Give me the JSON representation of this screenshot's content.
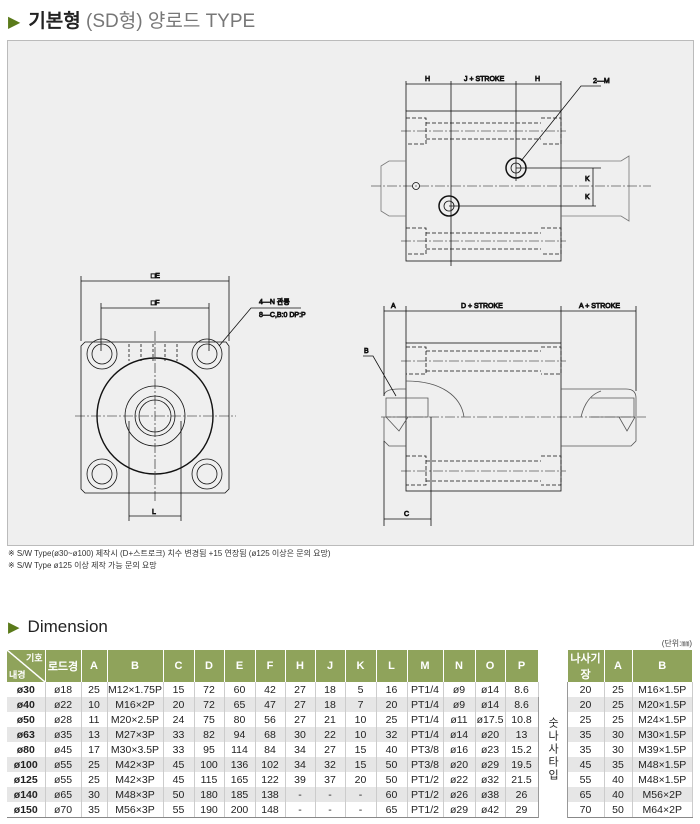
{
  "title": {
    "bold": "기본형",
    "gray": "(SD형) 양로드 TYPE"
  },
  "drawing": {
    "top_view": {
      "h_left": "H",
      "j_stroke": "J + STROKE",
      "h_right": "H",
      "m_label": "2—M",
      "k1": "K",
      "k2": "K"
    },
    "front_view": {
      "e": "□E",
      "f": "□F",
      "n_label": "4—N 관통",
      "cb_label": "8—C,B:0  DP:P",
      "l": "L"
    },
    "side_view": {
      "a": "A",
      "d_stroke": "D + STROKE",
      "a_stroke": "A + STROKE",
      "b": "B",
      "c": "C"
    }
  },
  "notes": [
    "※ S/W Type(ø30~ø100) 제작시 (D+스트로크) 치수 변경됨 +15 연장됨 (ø125 이상은 문의 요망)",
    "※ S/W Type ø125 이상 제작 가능 문의 요망"
  ],
  "dimension": {
    "title": "Dimension",
    "unit": "(단위:㎜)",
    "header_diag_top": "기호",
    "header_diag_bottom": "내경",
    "headers": [
      "로드경",
      "A",
      "B",
      "C",
      "D",
      "E",
      "F",
      "H",
      "J",
      "K",
      "L",
      "M",
      "N",
      "O",
      "P"
    ],
    "male_thread_label": "숫나사타입",
    "male_headers": [
      "나사기장",
      "A",
      "B"
    ],
    "rows": [
      [
        "ø30",
        "ø18",
        "25",
        "M12×1.75P",
        "15",
        "72",
        "60",
        "42",
        "27",
        "18",
        "5",
        "16",
        "PT1/4",
        "ø9",
        "ø14",
        "8.6",
        "20",
        "25",
        "M16×1.5P"
      ],
      [
        "ø40",
        "ø22",
        "10",
        "M16×2P",
        "20",
        "72",
        "65",
        "47",
        "27",
        "18",
        "7",
        "20",
        "PT1/4",
        "ø9",
        "ø14",
        "8.6",
        "20",
        "25",
        "M20×1.5P"
      ],
      [
        "ø50",
        "ø28",
        "11",
        "M20×2.5P",
        "24",
        "75",
        "80",
        "56",
        "27",
        "21",
        "10",
        "25",
        "PT1/4",
        "ø11",
        "ø17.5",
        "10.8",
        "25",
        "25",
        "M24×1.5P"
      ],
      [
        "ø63",
        "ø35",
        "13",
        "M27×3P",
        "33",
        "82",
        "94",
        "68",
        "30",
        "22",
        "10",
        "32",
        "PT1/4",
        "ø14",
        "ø20",
        "13",
        "35",
        "30",
        "M30×1.5P"
      ],
      [
        "ø80",
        "ø45",
        "17",
        "M30×3.5P",
        "33",
        "95",
        "114",
        "84",
        "34",
        "27",
        "15",
        "40",
        "PT3/8",
        "ø16",
        "ø23",
        "15.2",
        "35",
        "30",
        "M39×1.5P"
      ],
      [
        "ø100",
        "ø55",
        "25",
        "M42×3P",
        "45",
        "100",
        "136",
        "102",
        "34",
        "32",
        "15",
        "50",
        "PT3/8",
        "ø20",
        "ø29",
        "19.5",
        "45",
        "35",
        "M48×1.5P"
      ],
      [
        "ø125",
        "ø55",
        "25",
        "M42×3P",
        "45",
        "115",
        "165",
        "122",
        "39",
        "37",
        "20",
        "50",
        "PT1/2",
        "ø22",
        "ø32",
        "21.5",
        "55",
        "40",
        "M48×1.5P"
      ],
      [
        "ø140",
        "ø65",
        "30",
        "M48×3P",
        "50",
        "180",
        "185",
        "138",
        "-",
        "-",
        "-",
        "60",
        "PT1/2",
        "ø26",
        "ø38",
        "26",
        "65",
        "40",
        "M56×2P"
      ],
      [
        "ø150",
        "ø70",
        "35",
        "M56×3P",
        "55",
        "190",
        "200",
        "148",
        "-",
        "-",
        "-",
        "65",
        "PT1/2",
        "ø29",
        "ø42",
        "29",
        "70",
        "50",
        "M64×2P"
      ]
    ]
  },
  "colors": {
    "header": "#8fa35b",
    "accent": "#5a7a1a"
  }
}
